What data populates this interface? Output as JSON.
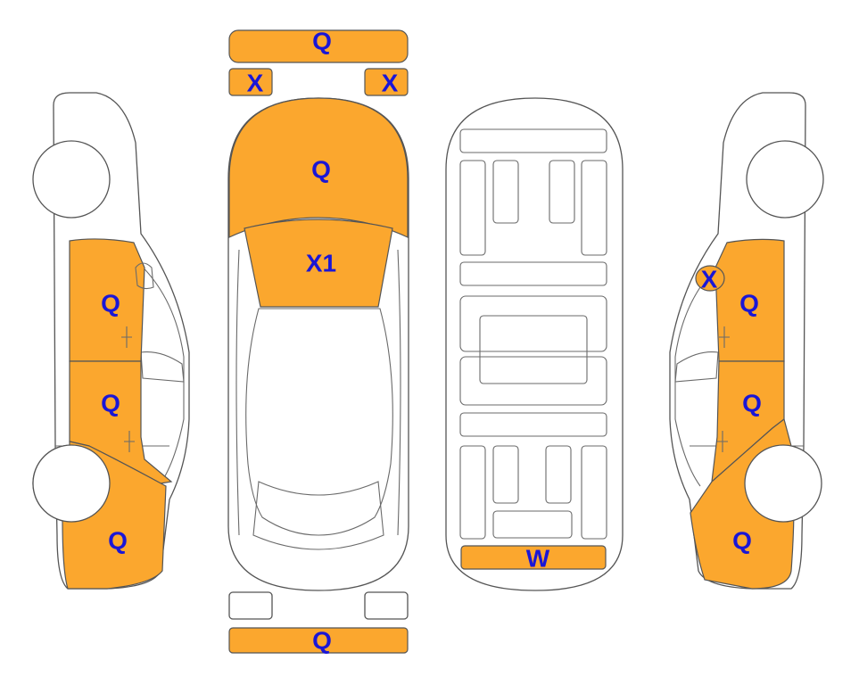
{
  "colors": {
    "damage_fill": "#FBA72E",
    "label_text": "#1A16D6",
    "outline": "#555555",
    "body": "#ffffff"
  },
  "panels": {
    "front_bumper": "Q",
    "left_headlight": "X",
    "right_headlight": "X",
    "hood": "Q",
    "windshield": "X1",
    "left_front_door": "Q",
    "left_rear_door": "Q",
    "left_rear_quarter": "Q",
    "right_mirror": "X",
    "right_front_door": "Q",
    "right_rear_door": "Q",
    "right_rear_quarter": "Q",
    "rear_underbody_panel": "W",
    "rear_bumper": "Q"
  }
}
